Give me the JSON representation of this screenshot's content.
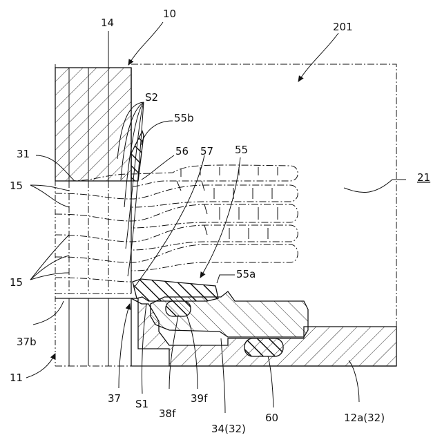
{
  "labels": {
    "l14": "14",
    "l10": "10",
    "l201": "201",
    "lS2": "S2",
    "l55b": "55b",
    "l31": "31",
    "l56": "56",
    "l57": "57",
    "l55": "55",
    "l21": "21",
    "l15a": "15",
    "l15b": "15",
    "l55a": "55a",
    "l37b": "37b",
    "l11": "11",
    "l37": "37",
    "lS1": "S1",
    "l38f": "38f",
    "l39f": "39f",
    "l34": "34(32)",
    "l60": "60",
    "l12a": "12a(32)"
  }
}
